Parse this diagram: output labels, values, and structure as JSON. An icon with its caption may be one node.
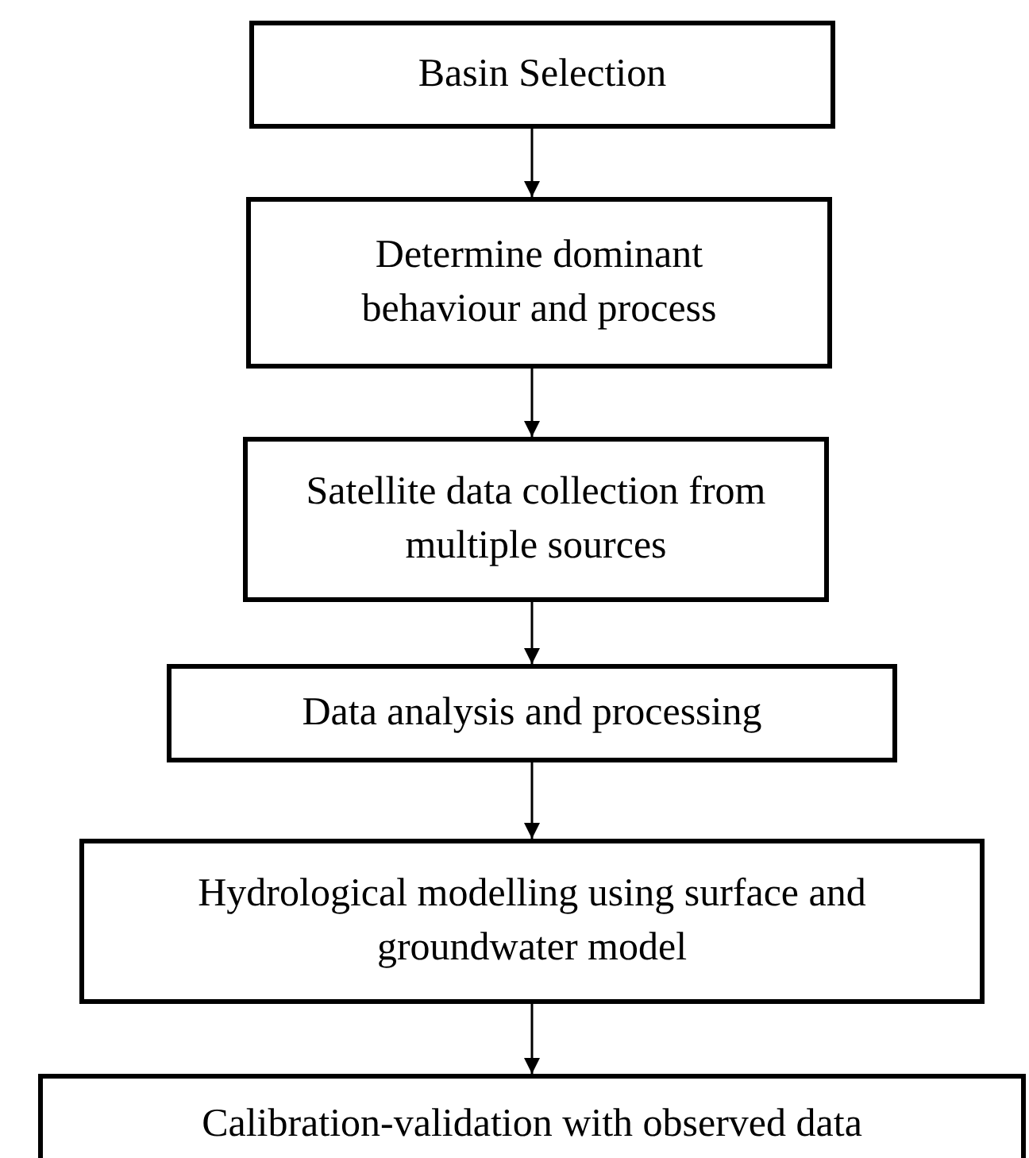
{
  "diagram": {
    "nodes": [
      {
        "text": [
          "Basin Selection"
        ]
      },
      {
        "text": [
          "Determine dominant behaviour and process"
        ]
      },
      {
        "text": [
          "Satellite data collection from multiple sources"
        ]
      },
      {
        "text": [
          "Data analysis and processing"
        ]
      },
      {
        "text": [
          "Hydrological modelling using surface and groundwater model"
        ]
      },
      {
        "text": [
          "Calibration-validation with observed data"
        ]
      }
    ],
    "edges": [
      {
        "from": 0,
        "to": 1,
        "arrow": "to"
      },
      {
        "from": 1,
        "to": 2,
        "arrow": "to"
      },
      {
        "from": 2,
        "to": 3,
        "arrow": "to"
      },
      {
        "from": 3,
        "to": 4,
        "arrow": "to"
      },
      {
        "from": 4,
        "to": 5,
        "arrow": "to"
      }
    ]
  }
}
